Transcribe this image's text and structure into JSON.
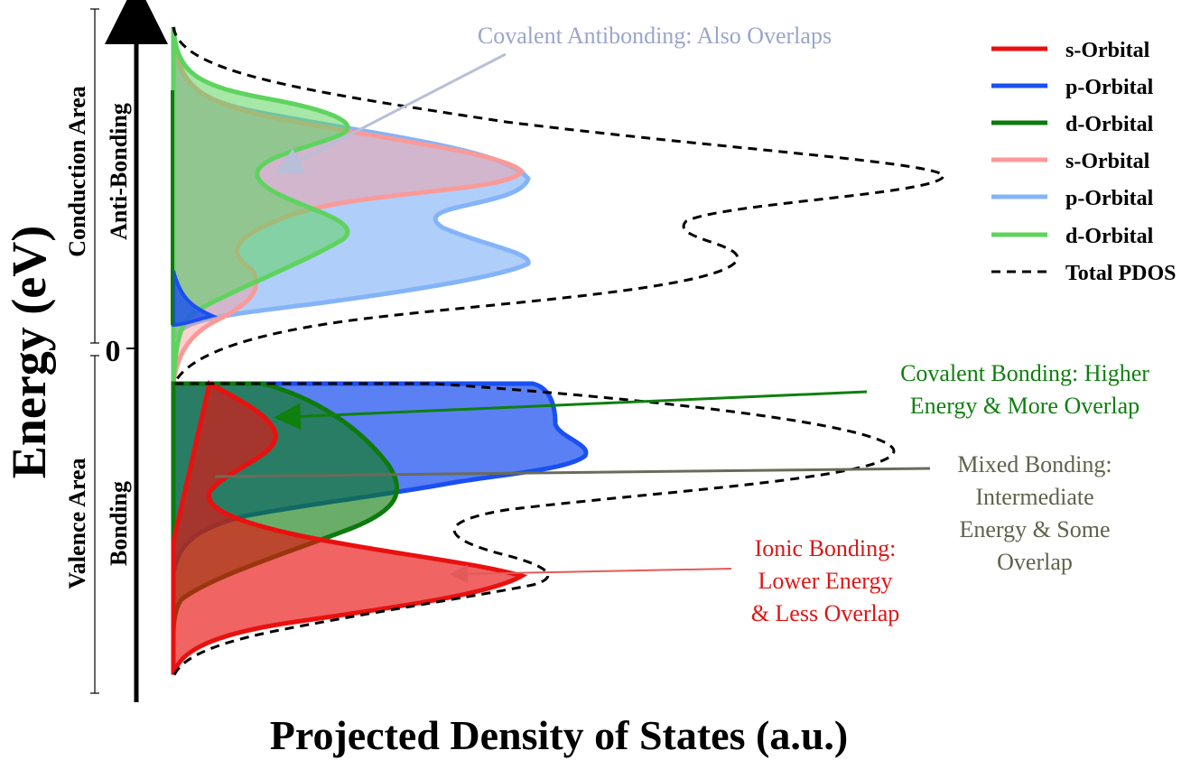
{
  "axes": {
    "y_label": "Energy (eV)",
    "x_label": "Projected Density of States (a.u.)",
    "zero_tick": "0"
  },
  "regions": {
    "conduction": "Conduction Area",
    "anti_bonding": "Anti-Bonding",
    "valence": "Valence Area",
    "bonding": "Bonding"
  },
  "annotations": {
    "covalent_antibonding": "Covalent Antibonding: Also Overlaps",
    "covalent_bonding_line1": "Covalent Bonding: Higher",
    "covalent_bonding_line2": "Energy & More Overlap",
    "mixed_line1": "Mixed Bonding:",
    "mixed_line2": "Intermediate",
    "mixed_line3": "Energy & Some",
    "mixed_line4": "Overlap",
    "ionic_line1": "Ionic Bonding:",
    "ionic_line2": "Lower Energy",
    "ionic_line3": "& Less Overlap"
  },
  "legend": [
    {
      "label": "s-Orbital",
      "color": "#e8110f",
      "style": "solid"
    },
    {
      "label": "p-Orbital",
      "color": "#1a4ff0",
      "style": "solid"
    },
    {
      "label": "d-Orbital",
      "color": "#0d7a0d",
      "style": "solid"
    },
    {
      "label": "s-Orbital",
      "color": "#fa9a98",
      "style": "solid"
    },
    {
      "label": "p-Orbital",
      "color": "#84b4f7",
      "style": "solid"
    },
    {
      "label": "d-Orbital",
      "color": "#5fd35f",
      "style": "solid"
    },
    {
      "label": "Total PDOS",
      "color": "#000000",
      "style": "dashed"
    }
  ],
  "colors": {
    "covalent_antibonding_text": "#9aa5cc",
    "covalent_bonding_text": "#0f7f0f",
    "mixed_text": "#5f634a",
    "ionic_text": "#e01515"
  }
}
